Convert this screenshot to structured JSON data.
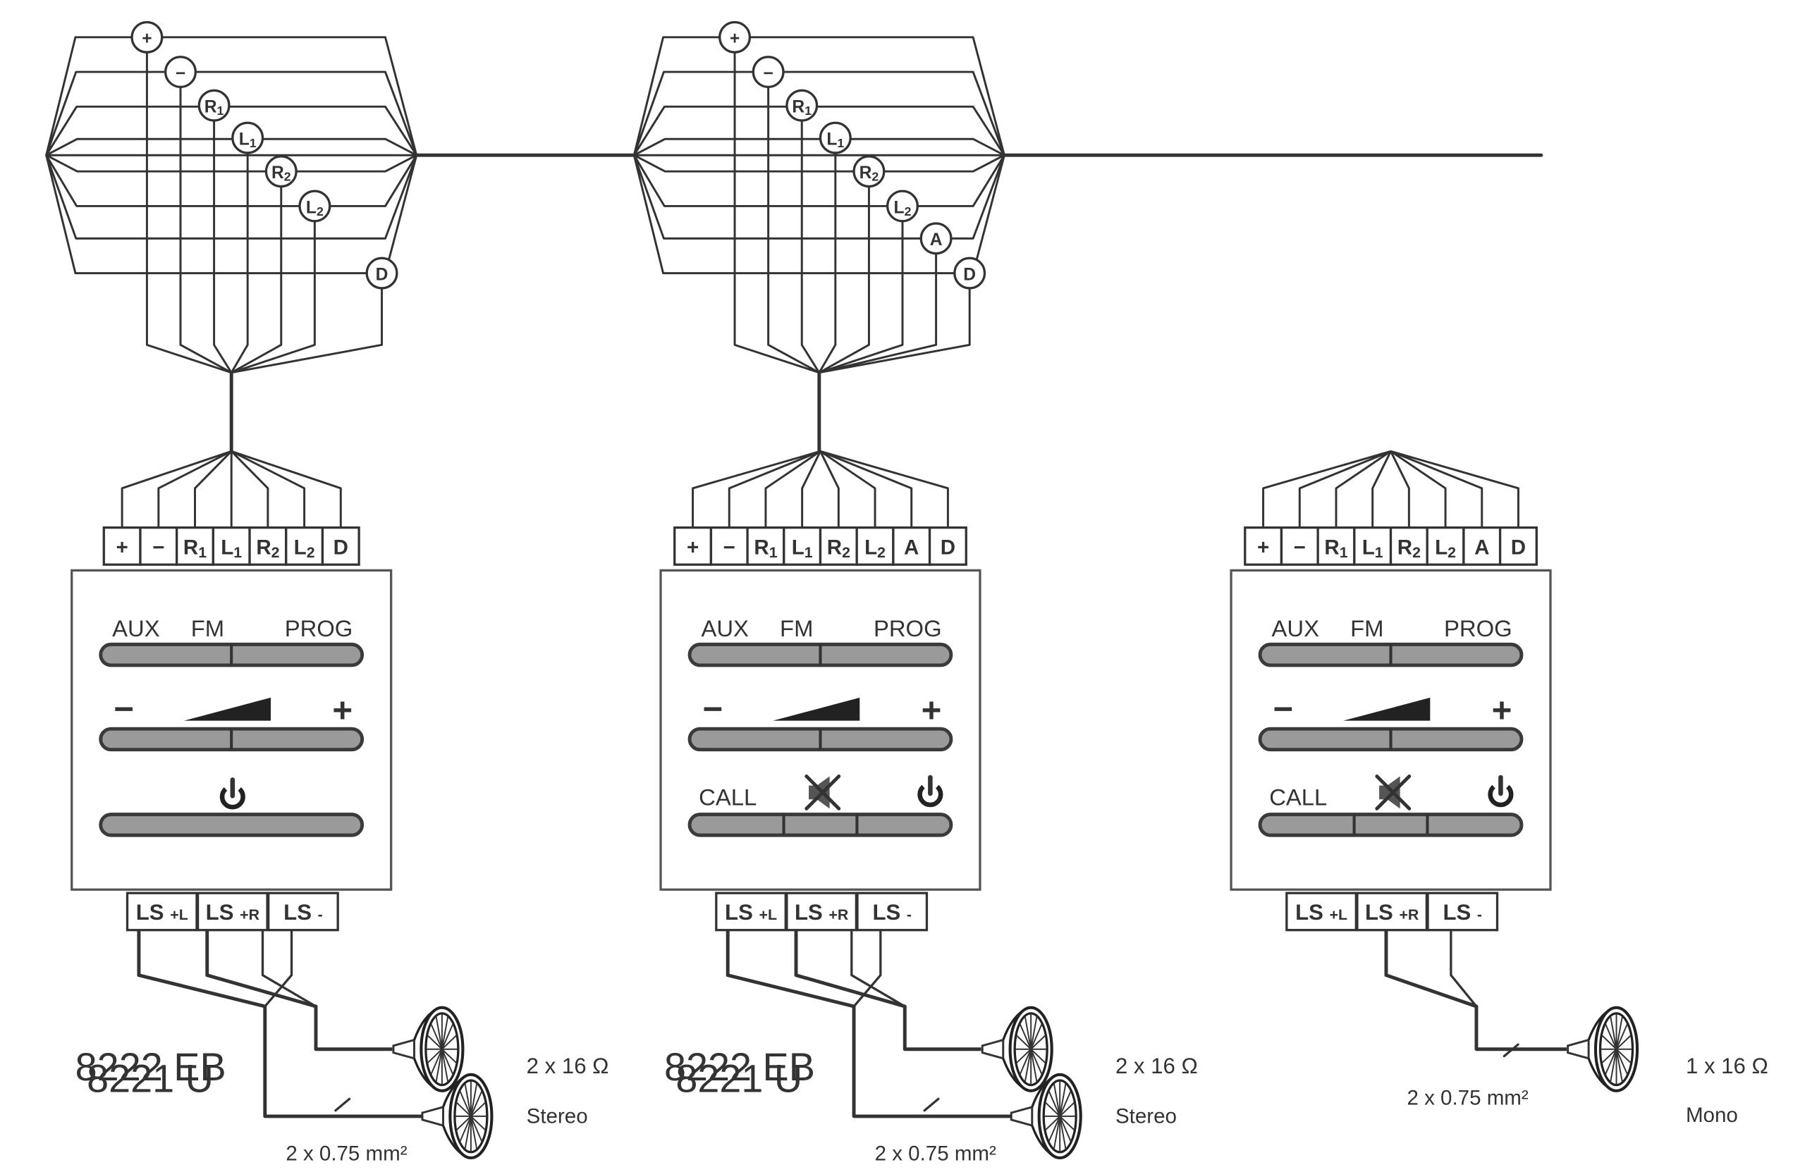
{
  "bus_labels": [
    "+",
    "−",
    "R1",
    "L1",
    "R2",
    "L2",
    "A",
    "D"
  ],
  "units": [
    {
      "terminals": [
        "+",
        "−",
        "R1",
        "L1",
        "R2",
        "L2",
        "D"
      ],
      "source_row_label": [
        "AUX",
        "FM",
        "PROG"
      ],
      "volume_minus": "−",
      "volume_plus": "+",
      "call_label": "",
      "model_overlap": [
        "8222 EB",
        "8221 U"
      ],
      "output_terminals": [
        "LS +L",
        "LS +R",
        "LS -"
      ],
      "speaker_count": 2,
      "cable_label": "2 x 0.75 mm²",
      "spec_impedance": "2 x 16 Ω",
      "spec_mode": "Stereo"
    },
    {
      "terminals": [
        "+",
        "−",
        "R1",
        "L1",
        "R2",
        "L2",
        "A",
        "D"
      ],
      "source_row_label": [
        "AUX",
        "FM",
        "PROG"
      ],
      "volume_minus": "−",
      "volume_plus": "+",
      "call_label": "CALL",
      "model_overlap": [
        "8222 EB",
        "8221 U"
      ],
      "output_terminals": [
        "LS +L",
        "LS +R",
        "LS -"
      ],
      "speaker_count": 2,
      "cable_label": "2 x 0.75 mm²",
      "spec_impedance": "2 x 16 Ω",
      "spec_mode": "Stereo"
    },
    {
      "terminals": [
        "+",
        "−",
        "R1",
        "L1",
        "R2",
        "L2",
        "A",
        "D"
      ],
      "source_row_label": [
        "AUX",
        "FM",
        "PROG"
      ],
      "volume_minus": "−",
      "volume_plus": "+",
      "call_label": "CALL",
      "model_overlap": [],
      "output_terminals": [
        "LS +L",
        "LS +R",
        "LS -"
      ],
      "speaker_count": 1,
      "cable_label": "2 x 0.75 mm²",
      "spec_impedance": "1 x 16 Ω",
      "spec_mode": "Mono"
    }
  ],
  "colors": {
    "line": "#333333",
    "panel_border": "#555555",
    "button_fill": "#9a9a9a",
    "button_border": "#3a3a3a",
    "text": "#333333"
  }
}
